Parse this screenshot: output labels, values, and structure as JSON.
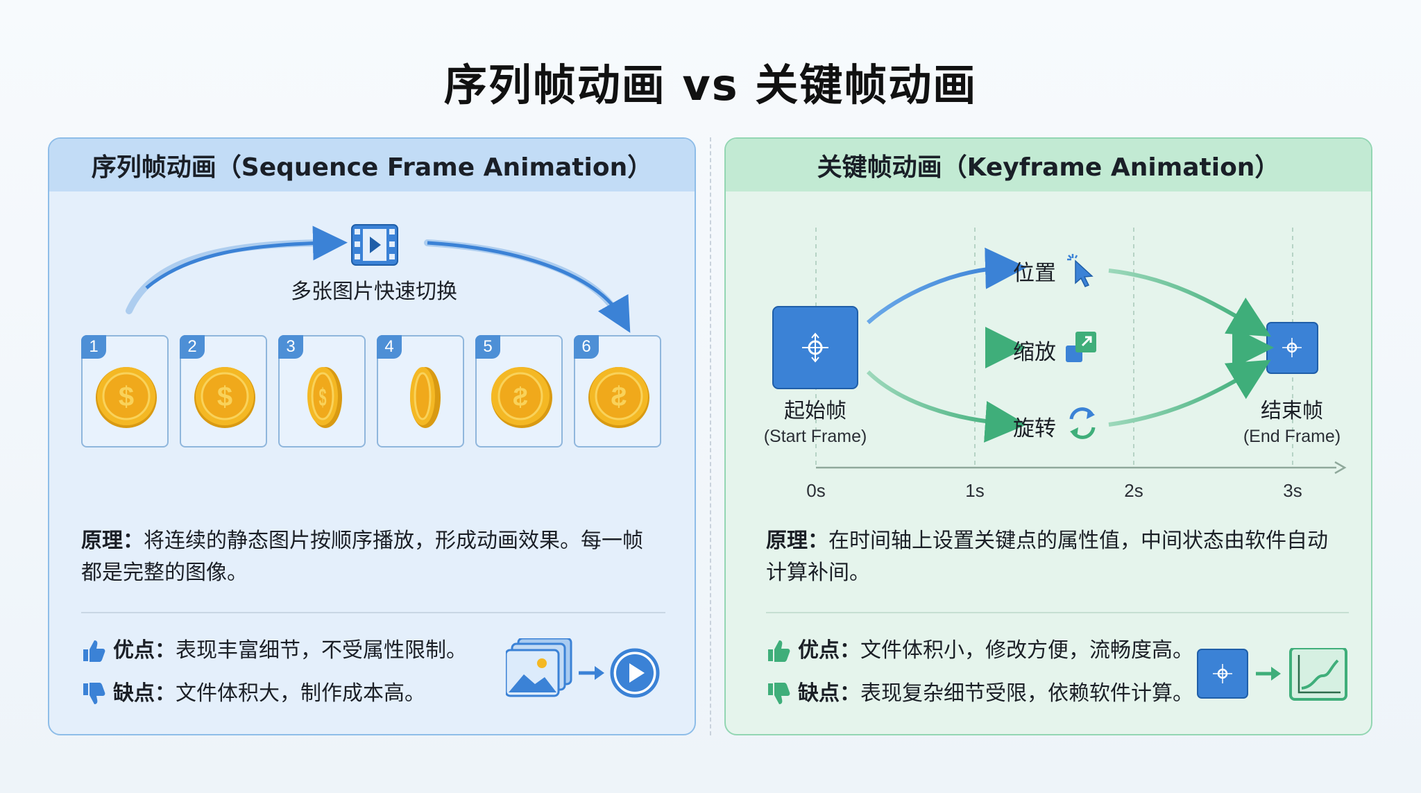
{
  "title": "序列帧动画 vs 关键帧动画",
  "left": {
    "header": "序列帧动画（Sequence Frame Animation）",
    "caption": "多张图片快速切换",
    "frames": [
      {
        "num": "1",
        "coin_icon": "dollar-coin-front"
      },
      {
        "num": "2",
        "coin_icon": "dollar-coin-front"
      },
      {
        "num": "3",
        "coin_icon": "dollar-coin-turning"
      },
      {
        "num": "4",
        "coin_icon": "dollar-coin-edge"
      },
      {
        "num": "5",
        "coin_icon": "dollar-coin-turning-back"
      },
      {
        "num": "6",
        "coin_icon": "dollar-coin-back"
      }
    ],
    "principle_label": "原理：",
    "principle_text": "将连续的静态图片按顺序播放，形成动画效果。每一帧都是完整的图像。",
    "pro_label": "优点：",
    "pro_text": "表现丰富细节，不受属性限制。",
    "con_label": "缺点：",
    "con_text": "文件体积大，制作成本高。",
    "icons": [
      "film-strip-icon",
      "thumbs-up-icon",
      "thumbs-down-icon",
      "image-stack-icon",
      "play-button-icon"
    ]
  },
  "right": {
    "header": "关键帧动画（Keyframe Animation）",
    "start_label": "起始帧",
    "start_label_en": "(Start Frame)",
    "end_label": "结束帧",
    "end_label_en": "(End Frame)",
    "properties": [
      "位置",
      "缩放",
      "旋转"
    ],
    "timeline_ticks": [
      "0s",
      "1s",
      "2s",
      "3s"
    ],
    "principle_label": "原理：",
    "principle_text": "在时间轴上设置关键点的属性值，中间状态由软件自动计算补间。",
    "pro_label": "优点：",
    "pro_text": "文件体积小，修改方便，流畅度高。",
    "con_label": "缺点：",
    "con_text": "表现复杂细节受限，依赖软件计算。",
    "icons": [
      "cursor-click-icon",
      "scale-icon",
      "rotate-icon",
      "keyframe-icon",
      "curve-chart-icon"
    ]
  },
  "colors": {
    "blue_accent": "#3b82d6",
    "green_accent": "#3fae7a",
    "coin_gold": "#f4b824"
  }
}
